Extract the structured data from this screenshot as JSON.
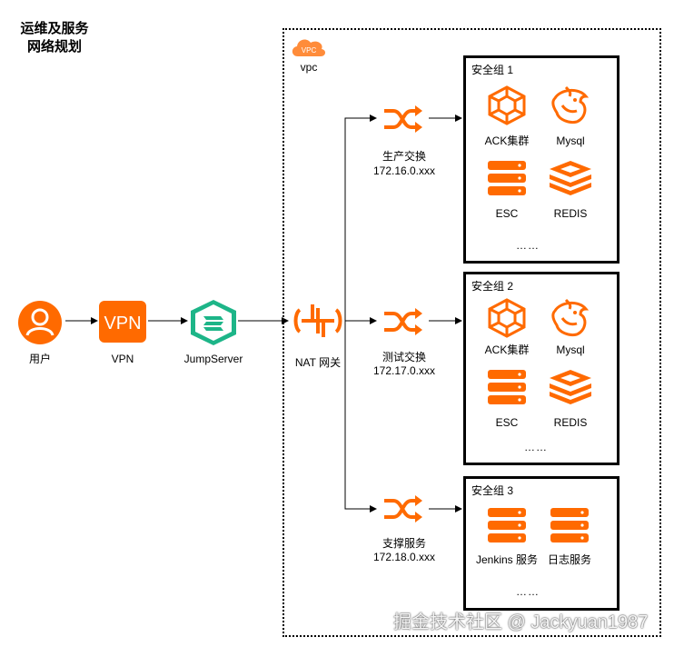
{
  "title_line1": "运维及服务",
  "title_line2": "网络规划",
  "nodes": {
    "user": "用户",
    "vpn": "VPN",
    "vpn_icon_text": "VPN",
    "jumpserver": "JumpServer",
    "nat": "NAT 网关"
  },
  "vpc": {
    "cloud_text": "VPC",
    "label": "vpc"
  },
  "switches": [
    {
      "name": "生产交换",
      "cidr": "172.16.0.xxx"
    },
    {
      "name": "测试交换",
      "cidr": "172.17.0.xxx"
    },
    {
      "name": "支撑服务",
      "cidr": "172.18.0.xxx"
    }
  ],
  "groups": [
    {
      "title": "安全组 1",
      "items": [
        "ACK集群",
        "Mysql",
        "ESC",
        "REDIS"
      ],
      "more": "……"
    },
    {
      "title": "安全组 2",
      "items": [
        "ACK集群",
        "Mysql",
        "ESC",
        "REDIS"
      ],
      "more": "……"
    },
    {
      "title": "安全组 3",
      "items": [
        "Jenkins 服务",
        "日志服务"
      ],
      "more": "……"
    }
  ],
  "watermark": "掘金技术社区 @ Jackyuan1987",
  "colors": {
    "orange": "#FF6A00",
    "green": "#1DB588"
  }
}
